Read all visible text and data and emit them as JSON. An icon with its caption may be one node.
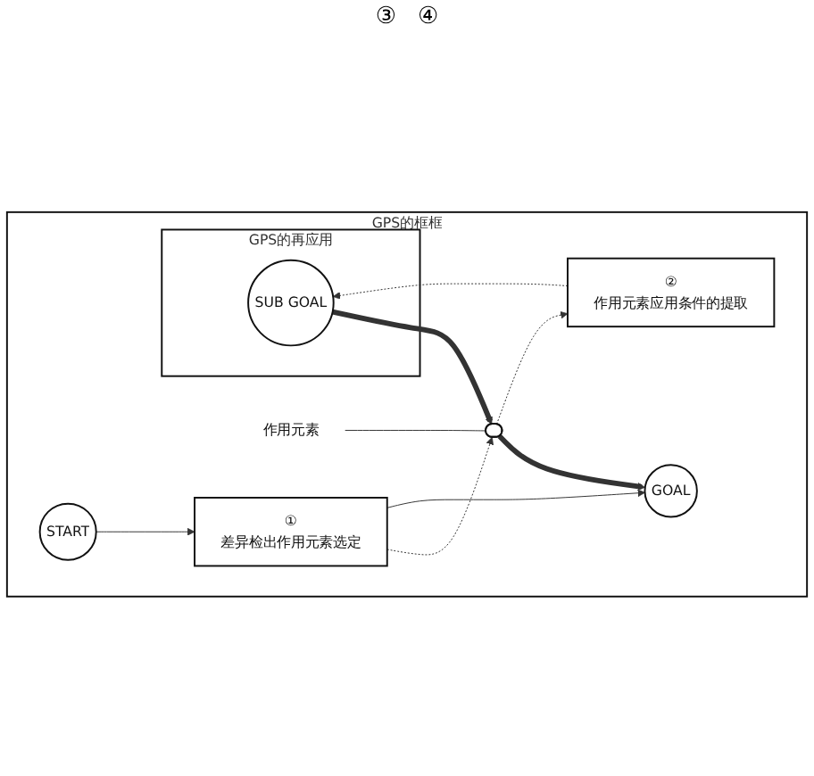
{
  "diagram": {
    "nodes": [
      {
        "text": [
          "GPS的框框"
        ]
      },
      {
        "text": [
          "GOAL"
        ],
        "in": 0
      },
      {
        "text": [
          "作用元素"
        ],
        "in": 0
      },
      {
        "text": [],
        "shape": "box",
        "in": 0
      },
      {
        "text": [
          "GPS的再应用"
        ],
        "in": 0
      },
      {
        "text": [
          "SUB GOAL"
        ],
        "in": 4
      },
      {
        "text": [
          "START"
        ],
        "in": 0
      },
      {
        "text": [
          "①",
          "差异检出作用元素选定"
        ],
        "in": 0
      },
      {
        "text": [
          "②",
          "作用元素应用条件的提取"
        ],
        "in": 0
      }
    ],
    "edges": [
      {
        "from": 3,
        "to": 1,
        "arrow": "to",
        "style": "thick"
      },
      {
        "from": 2,
        "to": 3,
        "arrow": "none"
      },
      {
        "from": 5,
        "to": 3,
        "arrow": "to",
        "style": "thick"
      },
      {
        "from": 7,
        "to": 3,
        "arrow": "to",
        "style": "dashed"
      },
      {
        "from": 3,
        "to": 8,
        "arrow": "to",
        "style": "dashed"
      },
      {
        "from": 8,
        "to": 5,
        "arrow": "to",
        "style": "dashed"
      },
      {
        "from": 7,
        "to": 1,
        "arrow": "to"
      },
      {
        "from": 6,
        "to": 7,
        "arrow": "to"
      }
    ],
    "labels": [
      "③",
      "④"
    ]
  }
}
